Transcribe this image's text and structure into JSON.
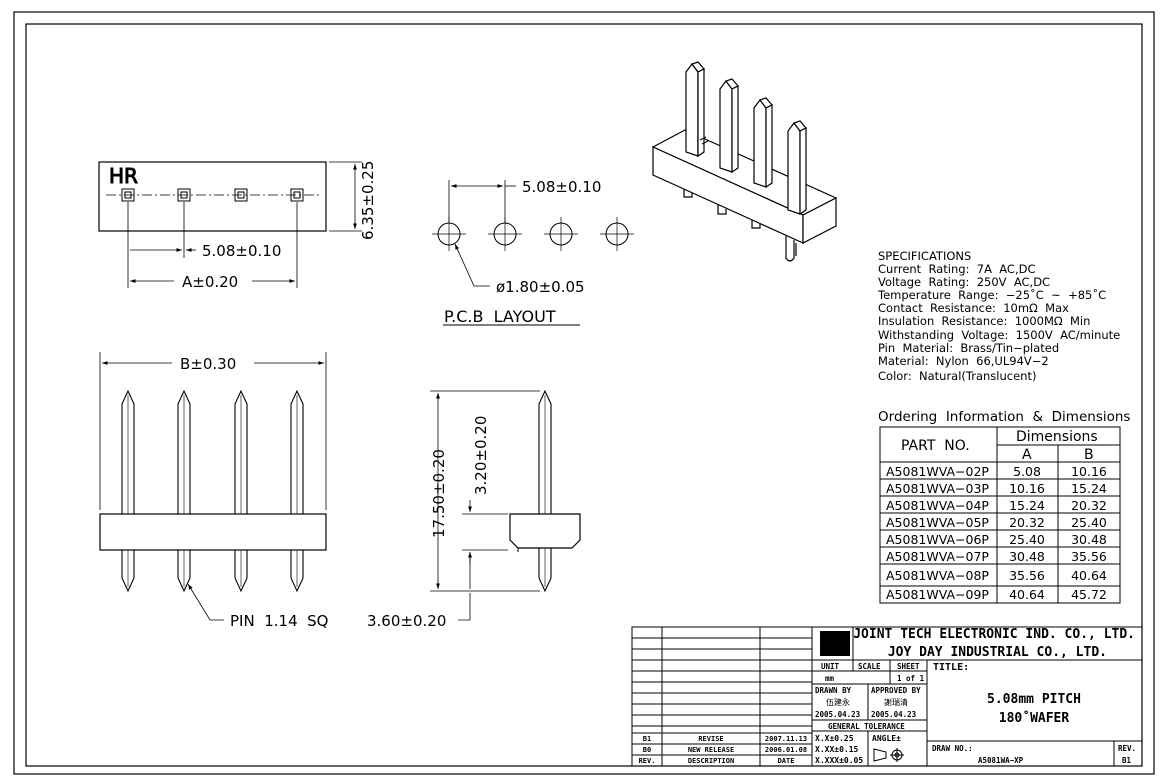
{
  "views": {
    "top_marking": "HR",
    "top_pitch": "5.08±0.10",
    "top_a": "A±0.20",
    "top_height": "6.35±0.25",
    "pcb_pitch": "5.08±0.10",
    "pcb_hole": "ø1.80±0.05",
    "pcb_title": "P.C.B  LAYOUT",
    "front_b": "B±0.30",
    "front_pin": "PIN  1.14  SQ",
    "side_total": "17.50±0.20",
    "side_top": "3.20±0.20",
    "side_bottom": "3.60±0.20"
  },
  "specs": {
    "heading": "SPECIFICATIONS",
    "lines": [
      "Current  Rating:  7A  AC,DC",
      "Voltage  Rating:  250V  AC,DC",
      "Temperature  Range:  −25˚C  ~  +85˚C",
      "Contact  Resistance:  10mΩ  Max",
      "Insulation  Resistance:  1000MΩ  Min",
      "Withstanding  Voltage:  1500V  AC/minute",
      "Pin  Material:  Brass/Tin−plated",
      "Material:  Nylon  66,UL94V−2",
      "Color:  Natural(Translucent)"
    ]
  },
  "ordering": {
    "heading": "Ordering  Information  &  Dimensions",
    "col_part": "PART  NO.",
    "col_dims": "Dimensions",
    "col_a": "A",
    "col_b": "B",
    "rows": [
      {
        "part": "A5081WVA−02P",
        "a": "5.08",
        "b": "10.16"
      },
      {
        "part": "A5081WVA−03P",
        "a": "10.16",
        "b": "15.24"
      },
      {
        "part": "A5081WVA−04P",
        "a": "15.24",
        "b": "20.32"
      },
      {
        "part": "A5081WVA−05P",
        "a": "20.32",
        "b": "25.40"
      },
      {
        "part": "A5081WVA−06P",
        "a": "25.40",
        "b": "30.48"
      },
      {
        "part": "A5081WVA−07P",
        "a": "30.48",
        "b": "35.56"
      },
      {
        "part": "A5081WVA−08P",
        "a": "35.56",
        "b": "40.64"
      },
      {
        "part": "A5081WVA−09P",
        "a": "40.64",
        "b": "45.72"
      }
    ]
  },
  "title_block": {
    "company1": "JOINT TECH ELECTRONIC IND. CO., LTD.",
    "company2": "JOY DAY INDUSTRIAL CO., LTD.",
    "unit_label": "UNIT",
    "unit_value": "mm",
    "scale_label": "SCALE",
    "sheet_label": "SHEET",
    "sheet_value": "1 of 1",
    "drawn_label": "DRAWN BY",
    "drawn_name": "伍建永",
    "drawn_date": "2005.04.23",
    "approved_label": "APPROVED BY",
    "approved_name": "謝瑞清",
    "approved_date": "2005.04.23",
    "tolerance_label": "GENERAL TOLERANCE",
    "tol1": "X.X±0.25",
    "tol2": "X.XX±0.15",
    "tol3": "X.XXX±0.05",
    "angle_label": "ANGLE±",
    "title_label": "TITLE:",
    "title_line1": "5.08mm PITCH",
    "title_line2": "180˚WAFER",
    "drawno_label": "DRAW NO.:",
    "drawno_value": "A5081WA−XP",
    "rev_label": "REV.",
    "rev_value": "B1",
    "revisions": [
      {
        "rev": "B1",
        "desc": "REVISE",
        "date": "2007.11.13"
      },
      {
        "rev": "B0",
        "desc": "NEW RELEASE",
        "date": "2006.01.08"
      }
    ],
    "rev_header": "REV.",
    "desc_header": "DESCRIPTION",
    "date_header": "DATE"
  }
}
